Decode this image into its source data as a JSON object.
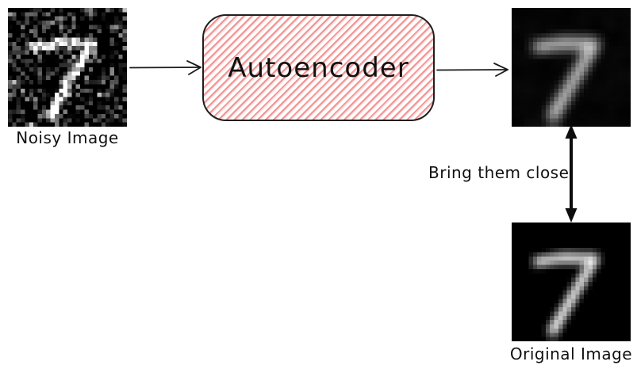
{
  "diagram": {
    "background": "#ffffff",
    "ink": "#1b1b1b"
  },
  "autoencoder_box": {
    "label": "Autoencoder",
    "hatch_color": "#f08282",
    "hatch_light": "#fac8c8",
    "border_color": "#1f1f1f"
  },
  "labels": {
    "noisy_image": "Noisy Image",
    "original_image": "Original Image",
    "bring_them_close": "Bring them close"
  },
  "digit": {
    "value": "7",
    "grid": 28,
    "strokes": [
      [
        [
          6,
          9.2
        ],
        [
          12.5,
          8.2
        ],
        [
          19.4,
          8.5
        ]
      ],
      [
        [
          19.4,
          8.7
        ],
        [
          15.2,
          16.0
        ],
        [
          9.6,
          25.6
        ]
      ]
    ],
    "stroke_width": 2.15
  },
  "images": {
    "noisy": {
      "noise": 0.3,
      "blur_passes": 0,
      "seed": 20517
    },
    "denoised": {
      "noise": 0.05,
      "blur_passes": 2,
      "seed": 7077
    },
    "original": {
      "noise": 0.0,
      "blur_passes": 1,
      "seed": 1
    }
  }
}
